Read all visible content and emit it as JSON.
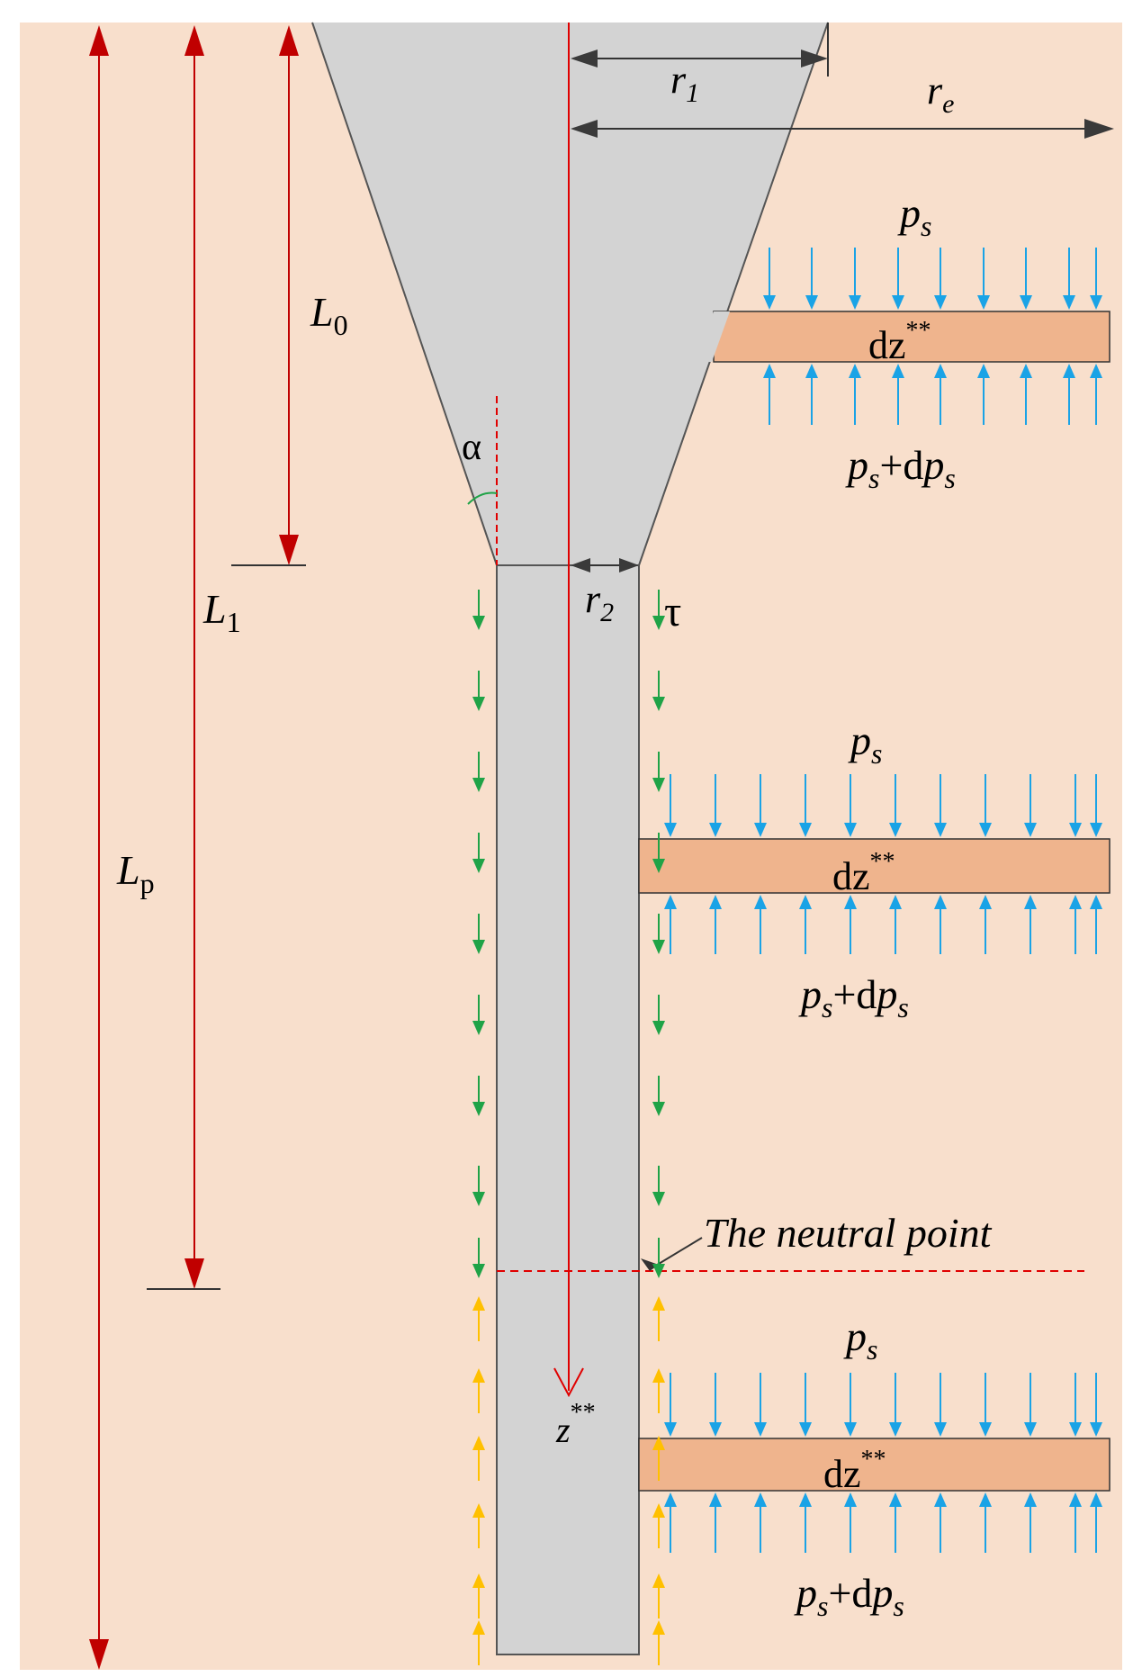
{
  "labels": {
    "r1": "r",
    "r1_sub": "1",
    "re": "r",
    "re_sub": "e",
    "r2": "r",
    "r2_sub": "2",
    "L0": "L",
    "L0_sub": "0",
    "L1": "L",
    "L1_sub": "1",
    "Lp": "L",
    "Lp_sub": "p",
    "alpha": "α",
    "tau": "τ",
    "z_axis": "z",
    "z_sup": "**",
    "neutral_point": "The neutral point"
  },
  "soil_layers": [
    {
      "top": "p",
      "top_sub": "s",
      "dz": "dz",
      "dz_sup": "**",
      "bottom_p": "p",
      "bottom_sub": "s",
      "plus": "+d",
      "bottom_p2": "p",
      "bottom_sub2": "s"
    },
    {
      "top": "p",
      "top_sub": "s",
      "dz": "dz",
      "dz_sup": "**",
      "bottom_p": "p",
      "bottom_sub": "s",
      "plus": "+d",
      "bottom_p2": "p",
      "bottom_sub2": "s"
    },
    {
      "top": "p",
      "top_sub": "s",
      "dz": "dz",
      "dz_sup": "**",
      "bottom_p": "p",
      "bottom_sub": "s",
      "plus": "+d",
      "bottom_p2": "p",
      "bottom_sub2": "s"
    }
  ],
  "colors": {
    "background": "#f8dfcc",
    "pile": "#d3d3d3",
    "layer": "#efb48d",
    "red": "#c00000",
    "blue": "#1aa3e6",
    "green": "#1fa347",
    "yellow": "#ffc000",
    "dark_arrow": "#3a3a3a"
  }
}
